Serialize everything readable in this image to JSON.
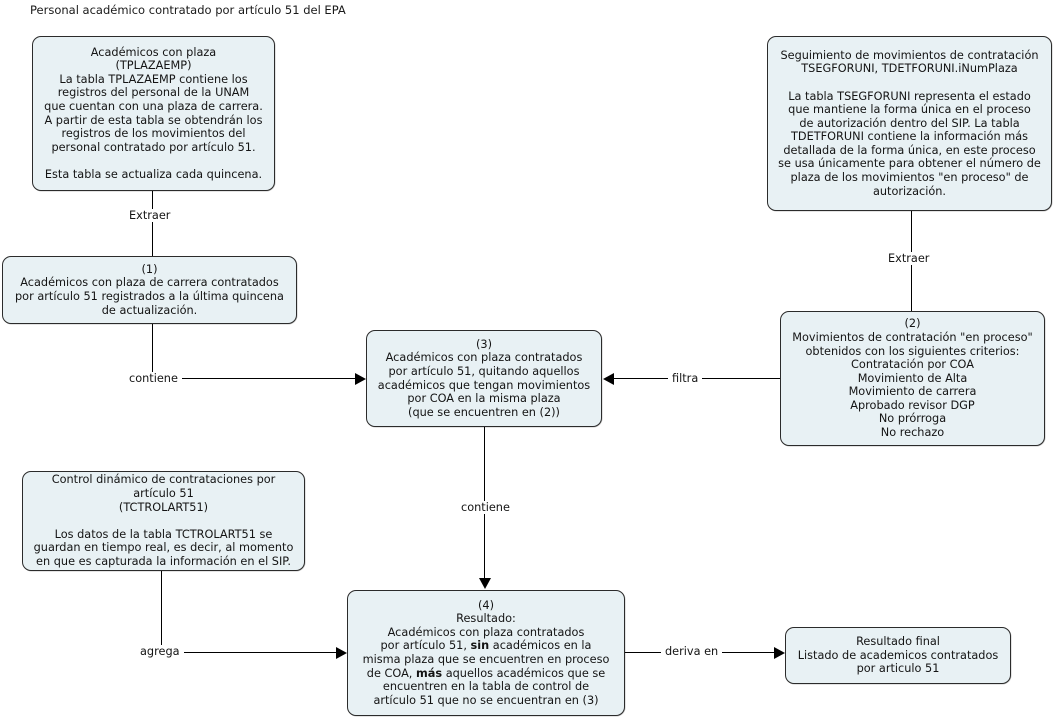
{
  "title": "Personal académico contratado por artículo 51 del EPA",
  "colors": {
    "node_fill": "#e8f1f4",
    "node_border": "#2b2b2b",
    "connector": "#000000",
    "page_background": "#ffffff",
    "text": "#141414"
  },
  "nodes": {
    "tplazaemp": {
      "text": "Académicos con plaza\n(TPLAZAEMP)\nLa tabla TPLAZAEMP contiene los\nregistros del personal de la UNAM\nque cuentan con una plaza de carrera.\nA partir de esta tabla se obtendrán los\nregistros de los movimientos del\npersonal contratado por artículo 51.\n\nEsta tabla se actualiza cada quincena."
    },
    "tsegforuni": {
      "text": "Seguimiento de movimientos de contratación\nTSEGFORUNI, TDETFORUNI.iNumPlaza\n\nLa tabla TSEGFORUNI representa el estado\nque mantiene la forma única en el proceso\nde autorización dentro del SIP. La tabla\nTDETFORUNI contiene la información más\ndetallada de la forma única, en este proceso\nse usa únicamente para obtener el número de\nplaza de los movimientos \"en proceso\" de\nautorización."
    },
    "step1": {
      "text": "(1)\nAcadémicos con plaza de carrera contratados\npor artículo 51 registrados a la última quincena\nde actualización."
    },
    "step2": {
      "text": "(2)\nMovimientos de contratación \"en proceso\"\nobtenidos con los siguientes criterios:\nContratación por COA\nMovimiento de Alta\nMovimiento de carrera\nAprobado revisor DGP\nNo prórroga\nNo rechazo"
    },
    "step3": {
      "text": "(3)\nAcadémicos con plaza contratados\npor artículo 51, quitando aquellos\nacadémicos que tengan movimientos\npor COA en la misma plaza\n(que se encuentren en (2))"
    },
    "tctrolart51": {
      "text": "Control dinámico de contrataciones por\nartículo 51\n(TCTROLART51)\n\nLos datos de la tabla TCTROLART51 se\nguardan en tiempo real, es decir, al momento\nen que es capturada la información en el SIP."
    },
    "step4": {
      "line1": "(4)",
      "line2": "Resultado:",
      "line3": "Académicos con plaza contratados",
      "line4_pre": "por artículo 51, ",
      "line4_bold": "sin",
      "line4_post": " académicos en la",
      "line5": "misma plaza que se encuentren en proceso",
      "line6_pre": "de COA, ",
      "line6_bold": "más",
      "line6_post": " aquellos académicos que se",
      "line7": "encuentren en la tabla de control de",
      "line8": "artículo 51 que no se encuentran en (3)"
    },
    "final": {
      "text": "Resultado final\nListado de  academicos contratados\npor articulo 51"
    }
  },
  "edges": {
    "extraer_left": "Extraer",
    "extraer_right": "Extraer",
    "contiene_1_to_3": "contiene",
    "filtra_2_to_3": "filtra",
    "contiene_3_to_4": "contiene",
    "agrega_ctrl_to_4": "agrega",
    "deriva_4_to_final": "deriva en"
  }
}
